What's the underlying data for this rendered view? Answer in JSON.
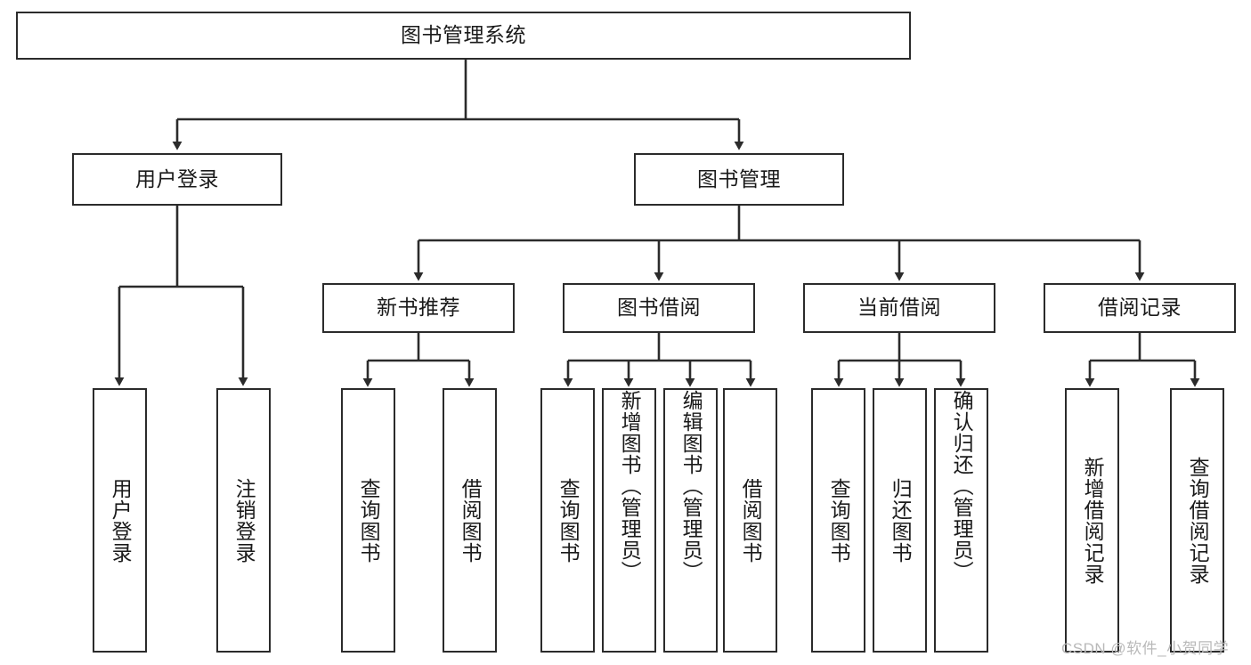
{
  "diagram": {
    "title": "图书管理系统",
    "type": "tree-hierarchy-chart",
    "orientation": "top-down",
    "colors": {
      "box_border": "#2b2b2b",
      "box_fill": "#ffffff",
      "connector": "#2b2b2b",
      "text": "#1a1a1a",
      "watermark": "#b9b9b9"
    },
    "root": {
      "id": "root",
      "label": "图书管理系统"
    },
    "level1": [
      {
        "id": "user-login",
        "label": "用户登录"
      },
      {
        "id": "book-management",
        "label": "图书管理"
      }
    ],
    "level2": [
      {
        "id": "new-book-recommend",
        "label": "新书推荐",
        "parent": "book-management"
      },
      {
        "id": "book-borrow",
        "label": "图书借阅",
        "parent": "book-management"
      },
      {
        "id": "current-borrow",
        "label": "当前借阅",
        "parent": "book-management"
      },
      {
        "id": "borrow-record",
        "label": "借阅记录",
        "parent": "book-management"
      }
    ],
    "leaves": [
      {
        "id": "leaf-user-login",
        "label": "用户登录",
        "parent": "user-login"
      },
      {
        "id": "leaf-logout-login",
        "label": "注销登录",
        "parent": "user-login"
      },
      {
        "id": "leaf-query-book-1",
        "label": "查询图书",
        "parent": "new-book-recommend"
      },
      {
        "id": "leaf-borrow-book-1",
        "label": "借阅图书",
        "parent": "new-book-recommend"
      },
      {
        "id": "leaf-query-book-2",
        "label": "查询图书",
        "parent": "book-borrow"
      },
      {
        "id": "leaf-add-book",
        "label": "新增图书（管理员）",
        "parent": "book-borrow"
      },
      {
        "id": "leaf-edit-book",
        "label": "编辑图书（管理员）",
        "parent": "book-borrow"
      },
      {
        "id": "leaf-borrow-book-2",
        "label": "借阅图书",
        "parent": "book-borrow"
      },
      {
        "id": "leaf-query-book-3",
        "label": "查询图书",
        "parent": "current-borrow"
      },
      {
        "id": "leaf-return-book",
        "label": "归还图书",
        "parent": "current-borrow"
      },
      {
        "id": "leaf-confirm-return",
        "label": "确认归还（管理员）",
        "parent": "current-borrow"
      },
      {
        "id": "leaf-add-record",
        "label": "新增借阅记录",
        "parent": "borrow-record"
      },
      {
        "id": "leaf-query-record",
        "label": "查询借阅记录",
        "parent": "borrow-record"
      }
    ],
    "watermark": "CSDN @软件_小贺同学"
  }
}
